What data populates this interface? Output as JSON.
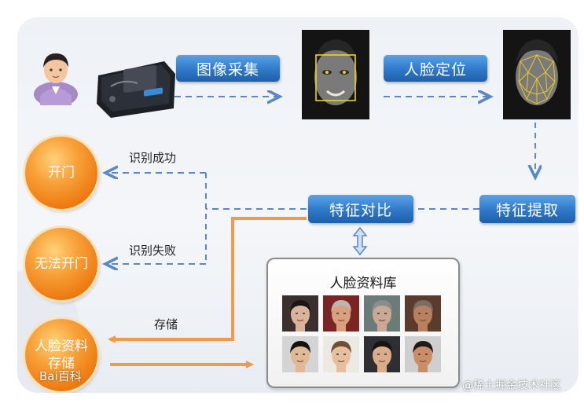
{
  "nodes": {
    "image_capture": "图像采集",
    "face_locate": "人脸定位",
    "feature_compare": "特征对比",
    "feature_extract": "特征提取",
    "face_database": "人脸资料库"
  },
  "outcomes": {
    "open_door": "开门",
    "cannot_open": "无法开门",
    "store_line1": "人脸资料",
    "store_line2": "存储"
  },
  "edges": {
    "success": "识别成功",
    "failure": "识别失败",
    "store": "存储"
  },
  "watermarks": {
    "baidu": "Bai百科",
    "juejin": "@稀土掘金技术社区"
  },
  "colors": {
    "label_blue": "#2f78c8",
    "circle_orange": "#ef7d14",
    "dash_blue": "#5b87c5",
    "arrow_orange": "#f29a4c"
  },
  "database_thumbnails": [
    {
      "skin": "#d9b49a",
      "hair": "#1c1410",
      "bg": "#3a3030"
    },
    {
      "skin": "#d9a07e",
      "hair": "#bdb6ae",
      "bg": "#7b2424"
    },
    {
      "skin": "#caa896",
      "hair": "#8c8c8c",
      "bg": "#6b7b78"
    },
    {
      "skin": "#b9805f",
      "hair": "#7a6e64",
      "bg": "#5b3b2b"
    },
    {
      "skin": "#e0b995",
      "hair": "#14100c",
      "bg": "#d4d4d4"
    },
    {
      "skin": "#e6bf9d",
      "hair": "#6e4e34",
      "bg": "#ece8e2"
    },
    {
      "skin": "#d9ad8a",
      "hair": "#1a1310",
      "bg": "#2e2e33"
    },
    {
      "skin": "#c98e68",
      "hair": "#221a15",
      "bg": "#cfcfcf"
    }
  ]
}
